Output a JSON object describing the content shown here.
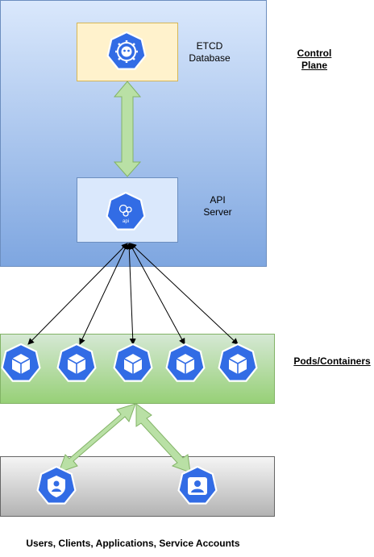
{
  "control_plane": {
    "label_line1": "Control",
    "label_line2": "Plane"
  },
  "etcd": {
    "label_line1": "ETCD",
    "label_line2": "Database",
    "icon": "etcd-icon"
  },
  "api_server": {
    "label_line1": "API",
    "label_line2": "Server",
    "icon": "api-icon",
    "icon_text": "api"
  },
  "pods": {
    "label": "Pods/Containers",
    "icon": "pod-icon",
    "count": 5
  },
  "users": {
    "label": "Users, Clients, Applications, Service Accounts",
    "icons": [
      "service-account-icon",
      "user-icon"
    ]
  },
  "colors": {
    "k8s_blue": "#326ce5",
    "control_plane_top": "#dae8fc",
    "control_plane_bottom": "#7ea6e0",
    "etcd_fill": "#fff2cc",
    "pods_top": "#d5e8d4",
    "pods_bottom": "#97d077",
    "users_top": "#f5f5f5",
    "users_bottom": "#b3b3b3",
    "arrow_green": "#b9e0a5"
  }
}
